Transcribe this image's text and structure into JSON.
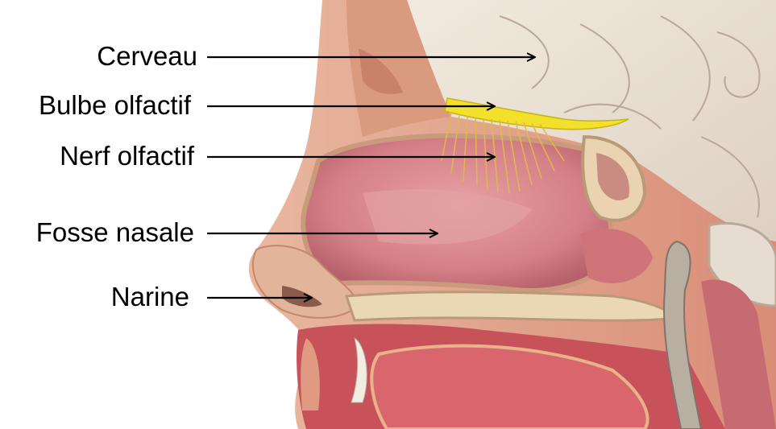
{
  "labels": {
    "cerveau": "Cerveau",
    "bulbe_olfactif": "Bulbe olfactif",
    "nerf_olfactif": "Nerf olfactif",
    "fosse_nasale": "Fosse nasale",
    "narine": "Narine"
  },
  "colors": {
    "text": "#000000",
    "arrow": "#000000",
    "brain": "#ece2d6",
    "olfactory_bulb": "#f2e02a",
    "nasal_mucosa": "#d9858a",
    "skin": "#e6a98c",
    "bone": "#e9d3b0"
  }
}
